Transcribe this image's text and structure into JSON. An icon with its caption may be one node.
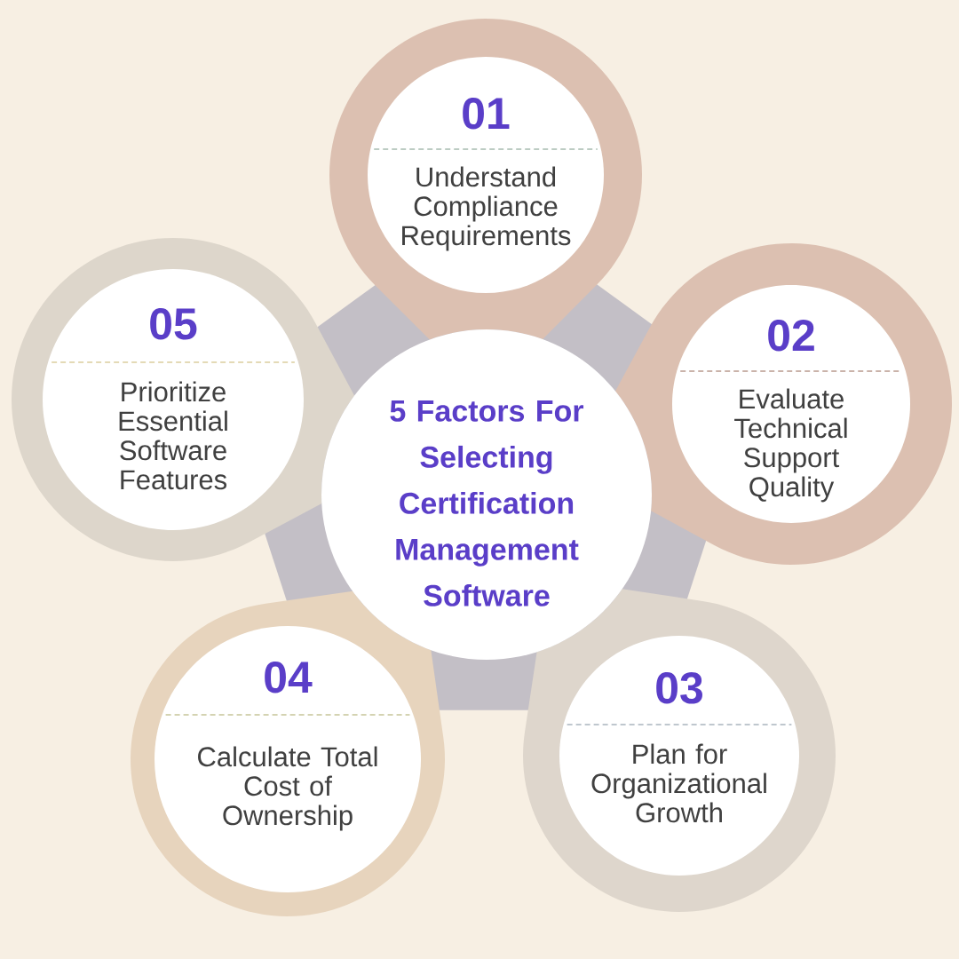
{
  "diagram": {
    "nodes": [
      {
        "text": [
          "5 Factors For Selecting Certification Management Software"
        ]
      },
      {
        "text": [
          "01",
          "Understand Compliance Requirements"
        ]
      },
      {
        "text": [
          "02",
          "Evaluate Technical Support Quality"
        ]
      },
      {
        "text": [
          "03",
          "Plan for Organizational Growth"
        ]
      },
      {
        "text": [
          "04",
          "Calculate Total Cost of Ownership"
        ]
      },
      {
        "text": [
          "05",
          "Prioritize Essential Software Features"
        ]
      }
    ]
  }
}
